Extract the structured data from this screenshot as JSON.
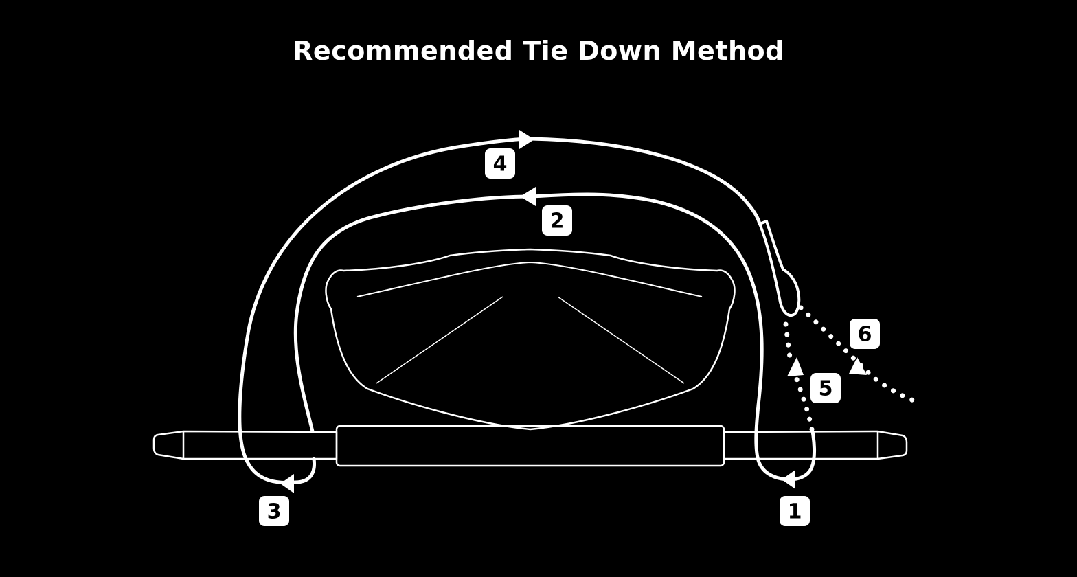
{
  "title": "Recommended Tie Down Method",
  "colors": {
    "background": "#000000",
    "line": "#ffffff"
  },
  "steps": [
    {
      "label": "1"
    },
    {
      "label": "2"
    },
    {
      "label": "3"
    },
    {
      "label": "4"
    },
    {
      "label": "5"
    },
    {
      "label": "6"
    }
  ]
}
